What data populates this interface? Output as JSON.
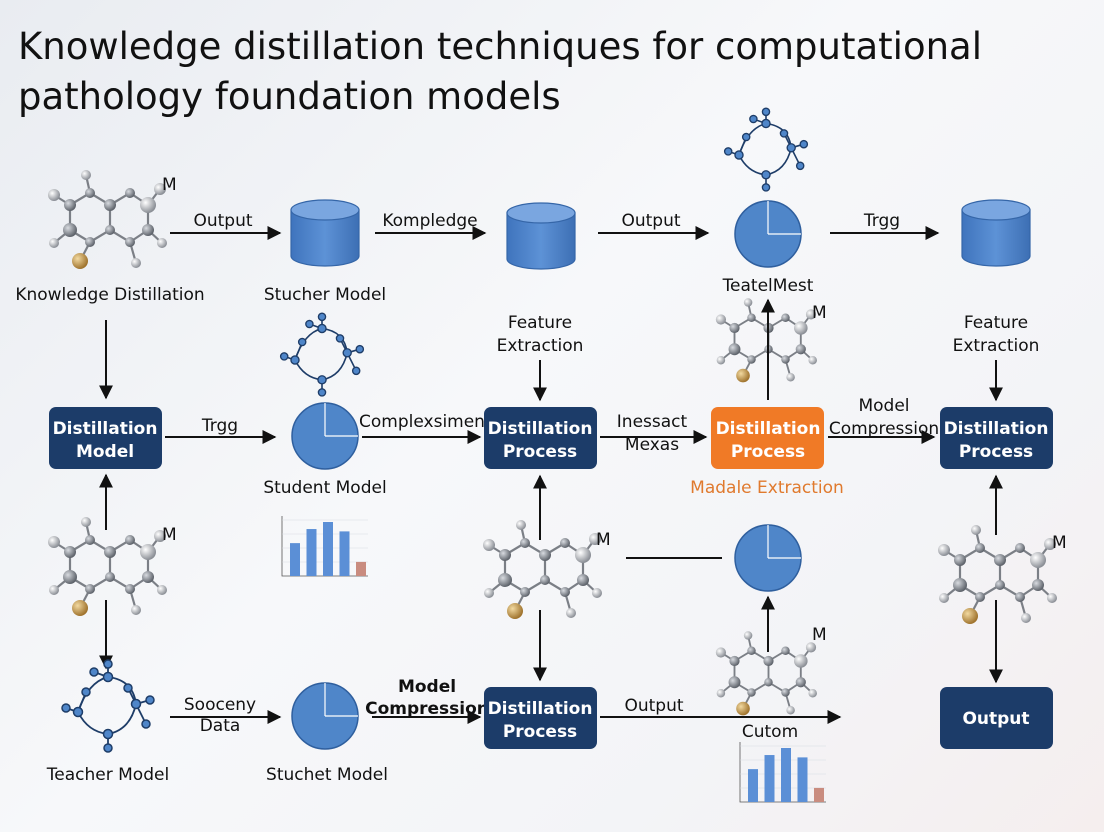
{
  "title": "Knowledge distillation techniques for computational pathology foundation models",
  "colors": {
    "navy": "#1c3c69",
    "orange": "#f07a26",
    "blue": "#4f86c9",
    "arrow": "#111111"
  },
  "labels": {
    "knowledge_distillation": "Knowledge Distillation",
    "stucher_model": "Stucher Model",
    "teatel_mest": "TeatelMest",
    "student_model": "Student Model",
    "madale_extraction": "Madale Extraction",
    "teacher_model": "Teacher Model",
    "stuchet_model": "Stuchet Model",
    "cutom": "Cutom"
  },
  "edges": {
    "output_1": "Output",
    "kompledge": "Kompledge",
    "output_2": "Output",
    "trgg_1": "Trgg",
    "feature_1": "Feature",
    "extraction_1": "Extraction",
    "feature_2": "Feature",
    "extraction_2": "Extraction",
    "trgg_2": "Trgg",
    "complexsimen": "Complexsimen",
    "inessact": "Inessact",
    "mexas": "Mexas",
    "model_1": "Model",
    "compression_1": "Compression",
    "sooceny": "Sooceny",
    "data": "Data",
    "model_2": "Model",
    "compression_2": "Compression",
    "output_3": "Output"
  },
  "boxes": {
    "distillation_model": [
      "Distillation",
      "Model"
    ],
    "process_1": [
      "Distillation",
      "Process"
    ],
    "process_orange": [
      "Distillation",
      "Process"
    ],
    "process_3": [
      "Distillation",
      "Process"
    ],
    "process_bottom": [
      "Distillation",
      "Process"
    ],
    "output_box": "Output"
  },
  "icon_labels": {
    "node_tag": "M"
  },
  "mini_chart": {
    "type": "bar",
    "values": [
      2.8,
      4.0,
      4.6,
      3.8,
      1.2
    ],
    "colors": [
      "#5b8fd6",
      "#5b8fd6",
      "#5b8fd6",
      "#5b8fd6",
      "#c98c7f"
    ]
  }
}
